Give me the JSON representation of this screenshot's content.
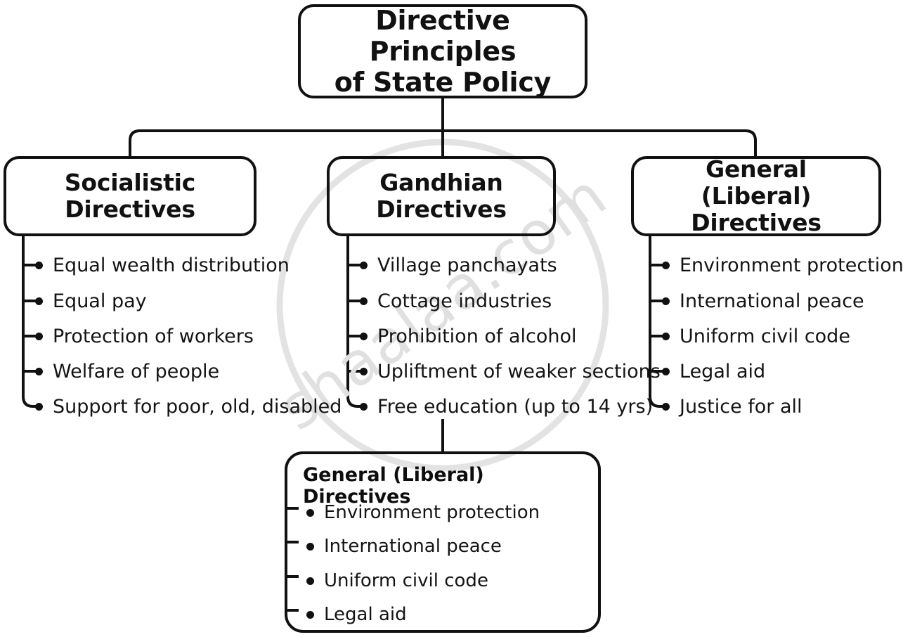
{
  "diagram": {
    "type": "hierarchy-tree",
    "root": {
      "label": "Directive Principles\nof State Policy"
    },
    "branches": [
      {
        "id": "socialistic",
        "label": "Socialistic\nDirectives",
        "items": [
          "Equal wealth distribution",
          "Equal pay",
          "Protection of workers",
          "Welfare of people",
          "Support for poor, old, disabled"
        ]
      },
      {
        "id": "gandhian",
        "label": "Gandhian\nDirectives",
        "items": [
          "Village panchayats",
          "Cottage industries",
          "Prohibition of alcohol",
          "Upliftment of weaker sections",
          "Free education (up to 14 yrs)"
        ]
      },
      {
        "id": "general",
        "label": "General\n(Liberal) Directives",
        "items": [
          "Environment protection",
          "International peace",
          "Uniform civil code",
          "Legal aid",
          "Justice for all"
        ]
      }
    ],
    "bottom": {
      "id": "general-bottom",
      "label": "General (Liberal) Directives",
      "items": [
        "Environment protection",
        "International peace",
        "Uniform civil code",
        "Legal aid"
      ]
    }
  },
  "watermark": {
    "text": "shaalaa.com",
    "color": "#e0e0e0"
  },
  "colors": {
    "stroke": "#111111",
    "text": "#141414",
    "background": "#ffffff",
    "watermark": "#e0e0e0"
  }
}
